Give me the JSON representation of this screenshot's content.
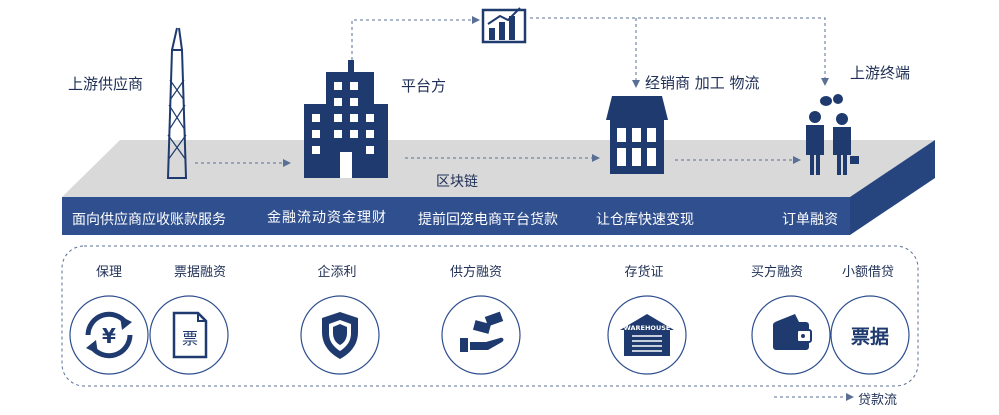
{
  "nodes": {
    "supplier": "上游供应商",
    "platform": "平台方",
    "dealers": "经销商 加工 物流",
    "terminal": "上游终端"
  },
  "chain_label": "区块链",
  "band": [
    "面向供应商应收账款服务",
    "金融流动资金理财",
    "提前回笼电商平台货款",
    "让仓库快速变现",
    "订单融资"
  ],
  "services": [
    {
      "label": "保理",
      "icon": "yen-cycle-icon"
    },
    {
      "label": "票据融资",
      "icon": "document-icon"
    },
    {
      "label": "企添利",
      "icon": "shield-icon"
    },
    {
      "label": "供方融资",
      "icon": "cash-hand-icon"
    },
    {
      "label": "存货证",
      "icon": "warehouse-icon",
      "icon_text": "WAREHOUSE"
    },
    {
      "label": "买方融资",
      "icon": "wallet-icon"
    },
    {
      "label": "小额借贷",
      "icon": "bill-text-icon",
      "icon_text": "票据"
    }
  ],
  "legend": "贷款流",
  "colors": {
    "navy": "#1e3a6e",
    "band": "#2f4f8f",
    "platform": "#d9d9d9",
    "side": "#26457f"
  }
}
